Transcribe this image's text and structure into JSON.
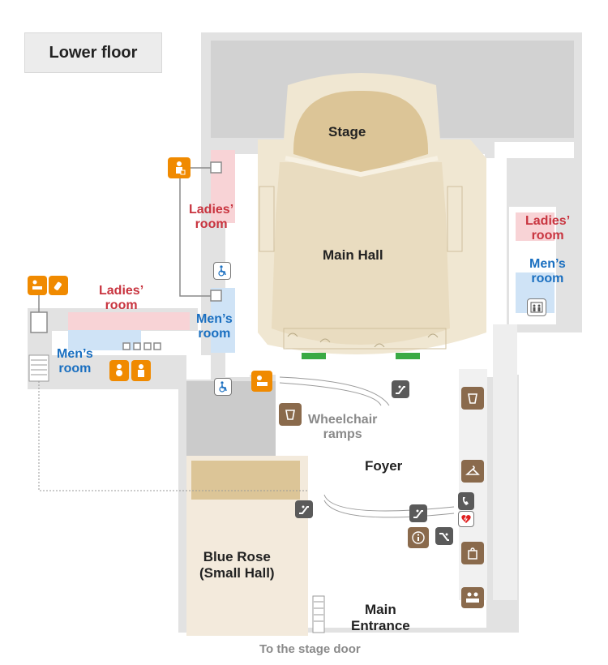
{
  "floor_title": "Lower floor",
  "labels": {
    "stage": "Stage",
    "main_hall": "Main Hall",
    "ladies_room": "Ladies’\nroom",
    "mens_room": "Men’s\nroom",
    "wheelchair_ramps": "Wheelchair\nramps",
    "foyer": "Foyer",
    "blue_rose": "Blue Rose\n(Small Hall)",
    "main_entrance": "Main\nEntrance",
    "stage_door": "To the stage door"
  },
  "colors": {
    "ladies": "#f8d3d6",
    "mens": "#cfe3f6",
    "hall": "#e9dcc0",
    "stage": "#dcc597",
    "wall": "#e1e1e1",
    "orange": "#f08a00",
    "brown": "#8a6a4c",
    "dark_icon": "#5a5a5a"
  },
  "icons": [
    "baby-changing-icon",
    "baby-bottle-icon",
    "multipurpose-toilet-icon",
    "wheelchair-toilet-icon",
    "baby-care-icon",
    "elevator-icon",
    "escalator-icon",
    "elevator-icon",
    "drinking-fountain-icon",
    "cloakroom-icon",
    "telephone-icon",
    "aed-icon",
    "information-icon",
    "shop-icon",
    "reception-icon"
  ]
}
